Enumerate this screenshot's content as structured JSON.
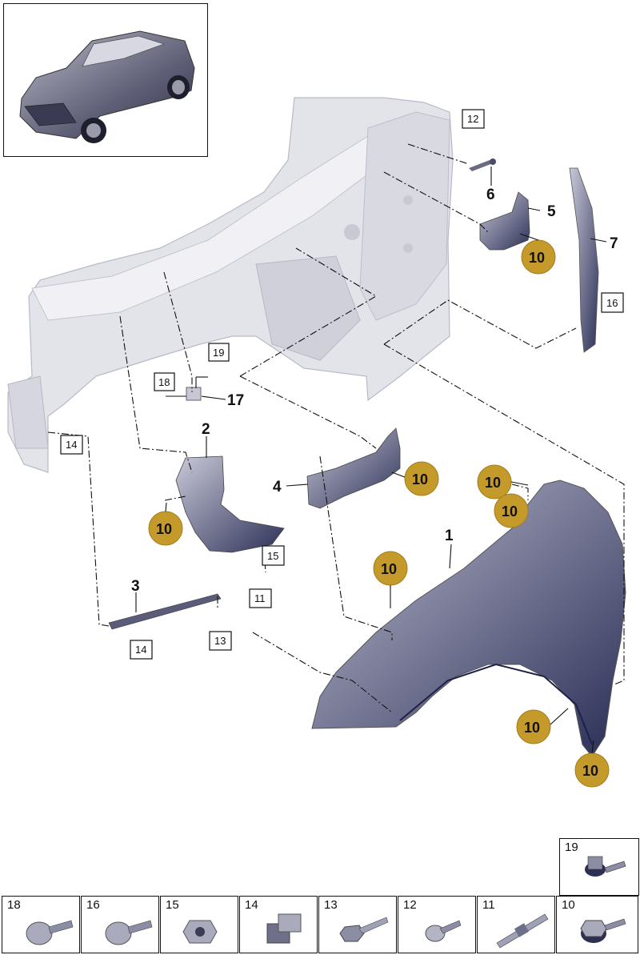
{
  "callouts": {
    "p1": "1",
    "p2": "2",
    "p3": "3",
    "p4": "4",
    "p5": "5",
    "p6": "6",
    "p7": "7",
    "p17": "17"
  },
  "boxed_labels": {
    "b11": "11",
    "b12": "12",
    "b13": "13",
    "b14a": "14",
    "b14b": "14",
    "b15": "15",
    "b16": "16",
    "b18": "18",
    "b19": "19"
  },
  "badge_label": "10",
  "colors": {
    "badge": "#c49a2a",
    "part_dark": "#2e3158",
    "body_light": "#dcdce6"
  },
  "fastener_table": [
    {
      "num": "18",
      "icon": "rivet-icon"
    },
    {
      "num": "16",
      "icon": "rivet-icon"
    },
    {
      "num": "15",
      "icon": "hex-nut-icon"
    },
    {
      "num": "14",
      "icon": "nut-icon"
    },
    {
      "num": "13",
      "icon": "hex-bolt-icon"
    },
    {
      "num": "12",
      "icon": "screw-icon"
    },
    {
      "num": "11",
      "icon": "stud-bolt-icon"
    },
    {
      "num": "10",
      "icon": "flange-screw-icon"
    }
  ],
  "fastener_extra": {
    "num": "19",
    "icon": "flange-screw-icon"
  }
}
